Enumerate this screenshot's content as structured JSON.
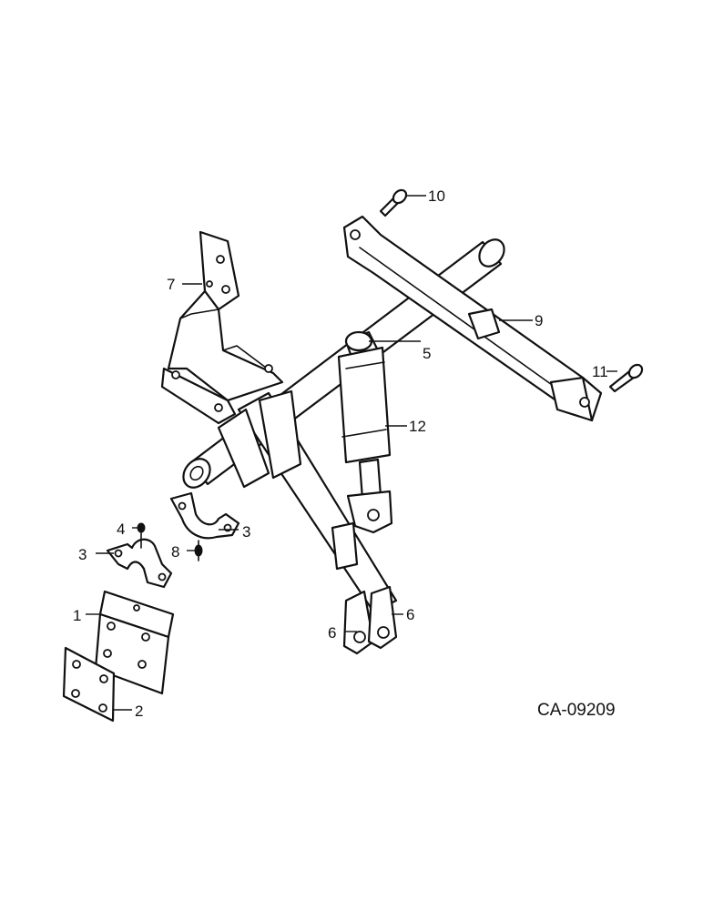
{
  "drawing_id": "CA-09209",
  "callouts": [
    "1",
    "2",
    "3",
    "3",
    "4",
    "5",
    "6",
    "6",
    "7",
    "8",
    "9",
    "10",
    "11",
    "12"
  ]
}
